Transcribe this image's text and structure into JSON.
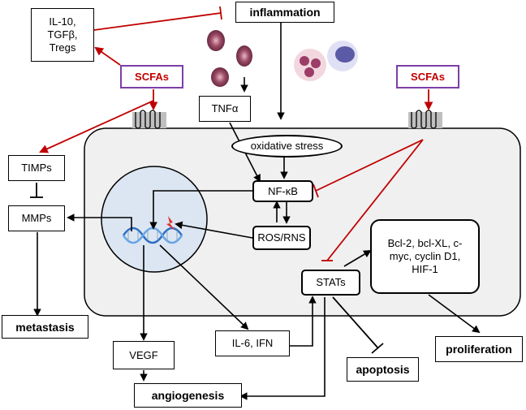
{
  "labels": {
    "inflammation": "inflammation",
    "il10": "IL-10,\nTGFβ,\nTregs",
    "scfas_left": "SCFAs",
    "scfas_right": "SCFAs",
    "tnfa": "TNFα",
    "oxidative_stress": "oxidative stress",
    "nfkb": "NF-κB",
    "ros_rns": "ROS/RNS",
    "timps": "TIMPs",
    "mmps": "MMPs",
    "metastasis": "metastasis",
    "stats": "STATs",
    "bcl2": "Bcl-2, bcl-XL, c-\nmyc, cyclin D1,\nHIF-1",
    "proliferation": "proliferation",
    "apoptosis": "apoptosis",
    "vegf": "VEGF",
    "il6": "IL-6, IFN",
    "angiogenesis": "angiogenesis"
  },
  "colors": {
    "stimulate": "#000000",
    "scfa_effect": "#c00000",
    "scfa_border": "#7b3fa6",
    "cell_fill": "#f0f0f0",
    "nucleus_fill": "#dce6f2",
    "receptor_fill": "#bfbfbf"
  },
  "icons": [
    "blood-cell-icon",
    "gpcr-receptor-icon",
    "dna-helix-icon",
    "damage-bolt-icon"
  ]
}
